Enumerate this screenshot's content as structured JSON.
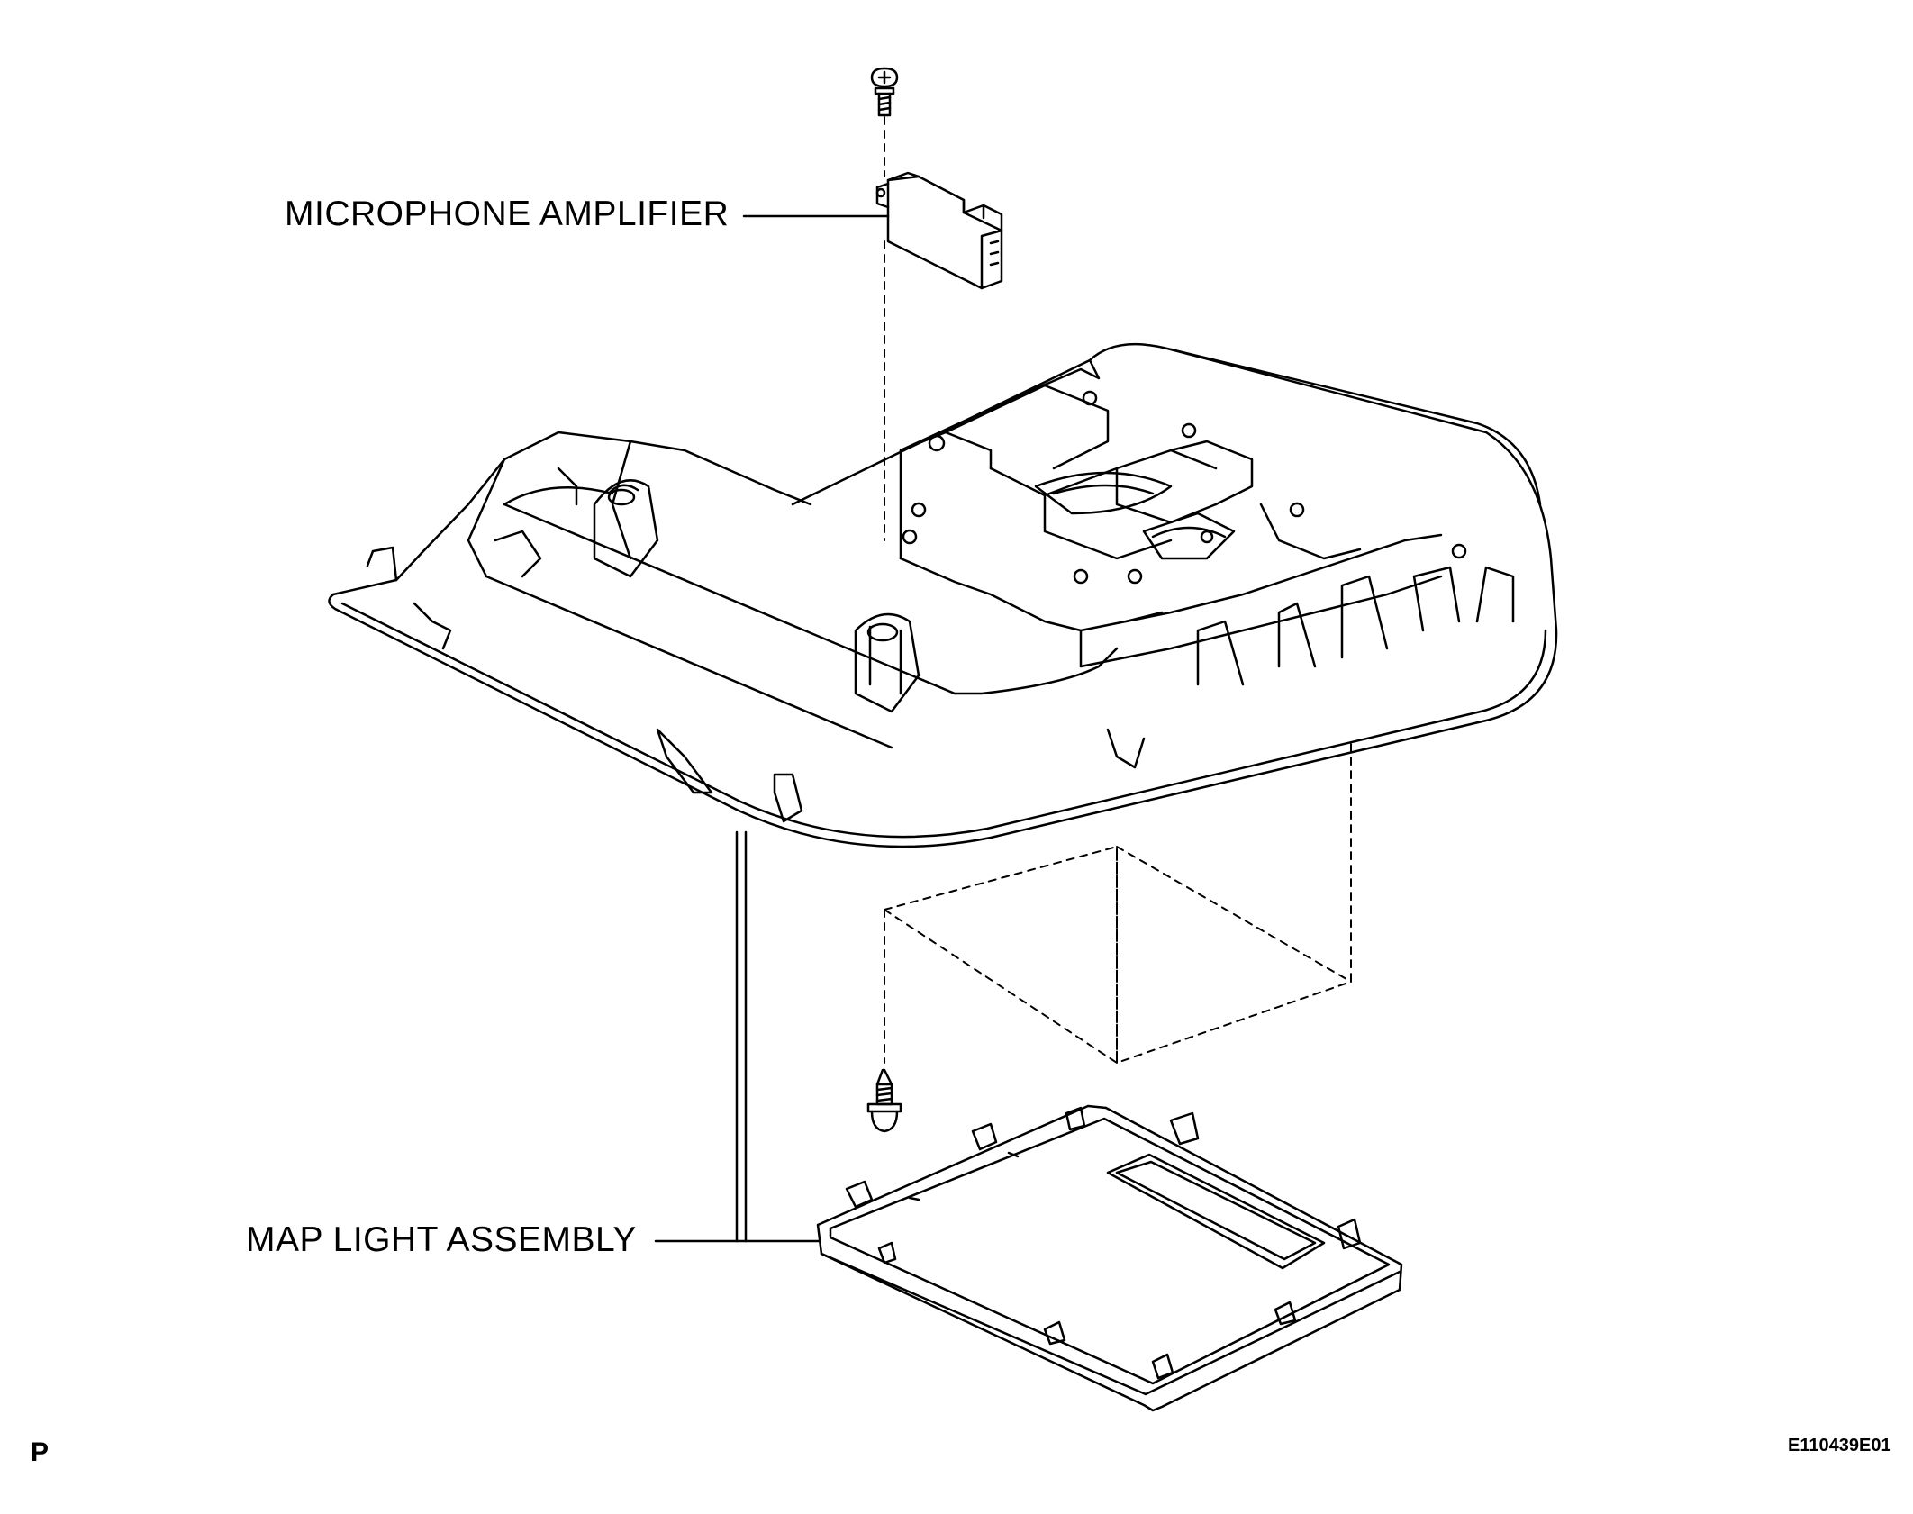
{
  "labels": {
    "microphone_amplifier": "MICROPHONE AMPLIFIER",
    "map_light_assembly": "MAP LIGHT ASSEMBLY"
  },
  "footer": {
    "view_letter": "P",
    "figure_code": "E110439E01"
  },
  "colors": {
    "line": "#000000",
    "background": "#ffffff"
  }
}
